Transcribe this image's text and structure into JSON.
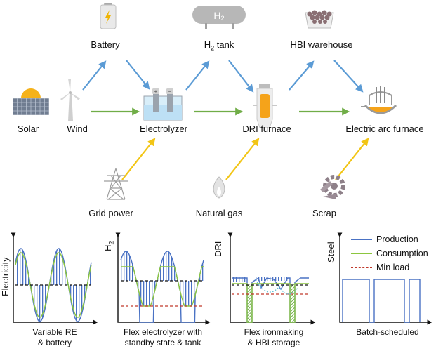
{
  "nodes": {
    "solar": "Solar",
    "wind": "Wind",
    "battery": "Battery",
    "electrolyzer": "Electrolyzer",
    "h2_tank_main": "H",
    "h2_tank_sub": "2",
    "h2_tank_tail": " tank",
    "tank_badge_main": "H",
    "tank_badge_sub": "2",
    "dri_furnace": "DRI furnace",
    "hbi_warehouse": "HBI warehouse",
    "eaf": "Electric arc furnace",
    "grid_power": "Grid power",
    "natural_gas": "Natural gas",
    "scrap": "Scrap"
  },
  "colors": {
    "blue_arrow": "#5b9bd5",
    "green_arrow": "#70ad47",
    "yellow_arrow": "#f2c515",
    "production": "#4a72c4",
    "consumption": "#8cc63f",
    "min_load": "#c0392b"
  },
  "panels": [
    {
      "y_label": "Electricity",
      "caption_1": "Variable RE",
      "caption_2": "& battery"
    },
    {
      "y_label_main": "H",
      "y_label_sub": "2",
      "caption_1": "Flex electrolyzer with",
      "caption_2": "standby state & tank"
    },
    {
      "y_label": "DRI",
      "caption_1": "Flex ironmaking",
      "caption_2": "& HBI storage"
    },
    {
      "y_label": "Steel",
      "caption_1": "Batch-scheduled",
      "caption_2": ""
    }
  ],
  "legend": {
    "production": "Production",
    "consumption": "Consumption",
    "min_load": "Min load"
  }
}
